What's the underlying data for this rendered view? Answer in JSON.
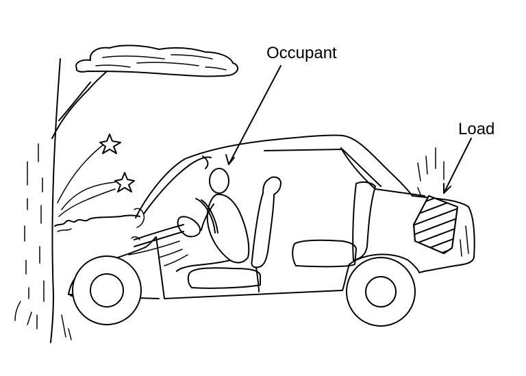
{
  "diagram": {
    "labels": {
      "occupant": "Occupant",
      "load": "Load"
    },
    "colors": {
      "line": "#000000",
      "background": "#ffffff"
    },
    "elements": {
      "tree": "tree",
      "car": "car",
      "occupant": "seated-occupant",
      "load": "hatched-cargo-load",
      "impact_stars": 2
    }
  }
}
